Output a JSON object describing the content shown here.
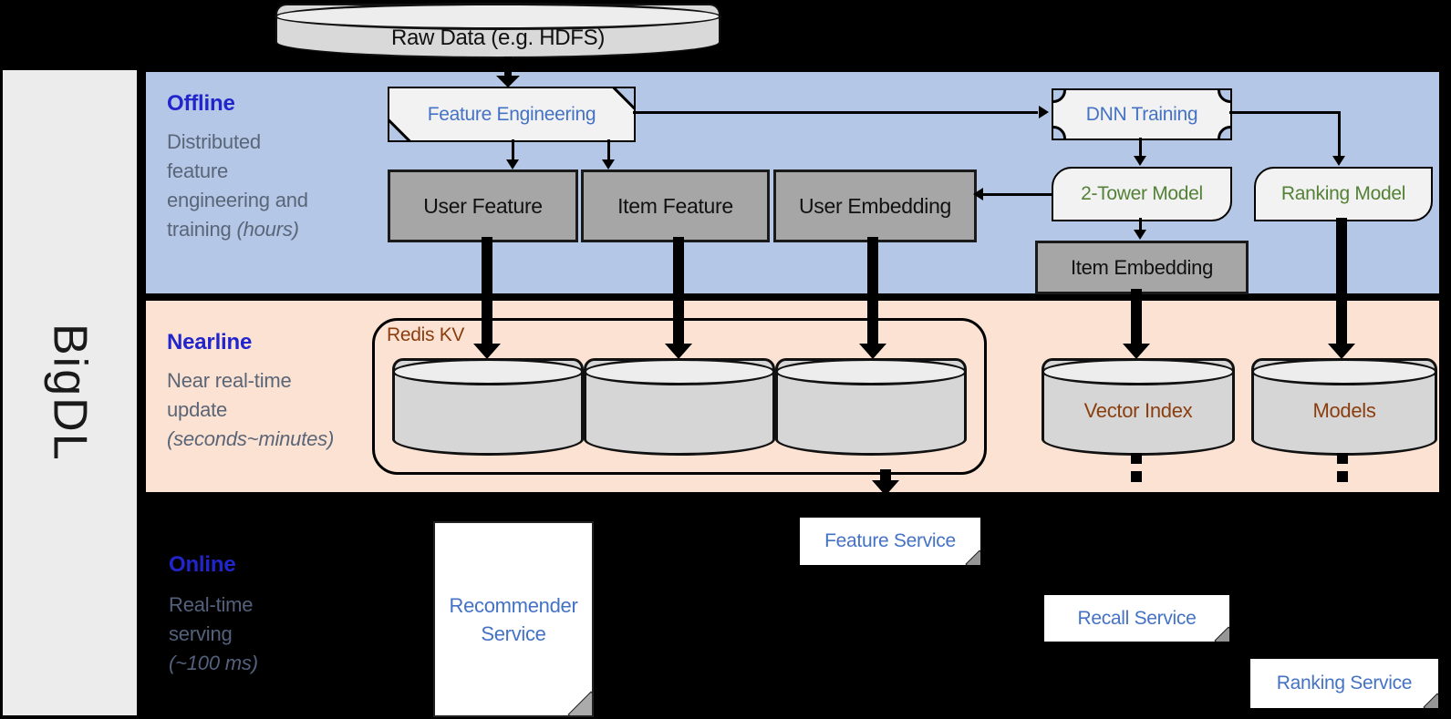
{
  "brand": "BigDL",
  "source": {
    "raw_data": "Raw Data (e.g. HDFS)"
  },
  "bands": {
    "offline": {
      "title": "Offline",
      "desc": "Distributed\nfeature\nengineering and\ntraining ",
      "desc_italic": "(hours)"
    },
    "nearline": {
      "title": "Nearline",
      "desc": "Near real-time\nupdate\n",
      "desc_italic": "(seconds~minutes)"
    },
    "online": {
      "title": "Online",
      "desc": "Real-time\nserving\n",
      "desc_italic": "(~100 ms)"
    }
  },
  "offline_nodes": {
    "feature_engineering": "Feature Engineering",
    "dnn_training": "DNN Training",
    "user_feature": "User Feature",
    "item_feature": "Item Feature",
    "user_embedding": "User Embedding",
    "two_tower_model": "2-Tower Model",
    "ranking_model": "Ranking Model",
    "item_embedding": "Item Embedding"
  },
  "nearline_nodes": {
    "redis_kv": "Redis KV",
    "vector_index": "Vector Index",
    "models": "Models"
  },
  "online_nodes": {
    "recommender_service": "Recommender Service",
    "feature_service": "Feature Service",
    "recall_service": "Recall Service",
    "ranking_service": "Ranking Service"
  },
  "colors": {
    "offline_band": "#b4c7e7",
    "nearline_band": "#fbe2d2",
    "section_title_blue": "#2125cb",
    "body_text_gray": "#5a6577",
    "node_text_blue": "#4472c4",
    "node_text_green": "#538135",
    "storage_text_brown": "#8a3e10",
    "gray_box_fill": "#a6a6a6",
    "light_box_fill": "#f2f2f2",
    "cylinder_fill": "#d6d6d6",
    "background": "#000000"
  }
}
